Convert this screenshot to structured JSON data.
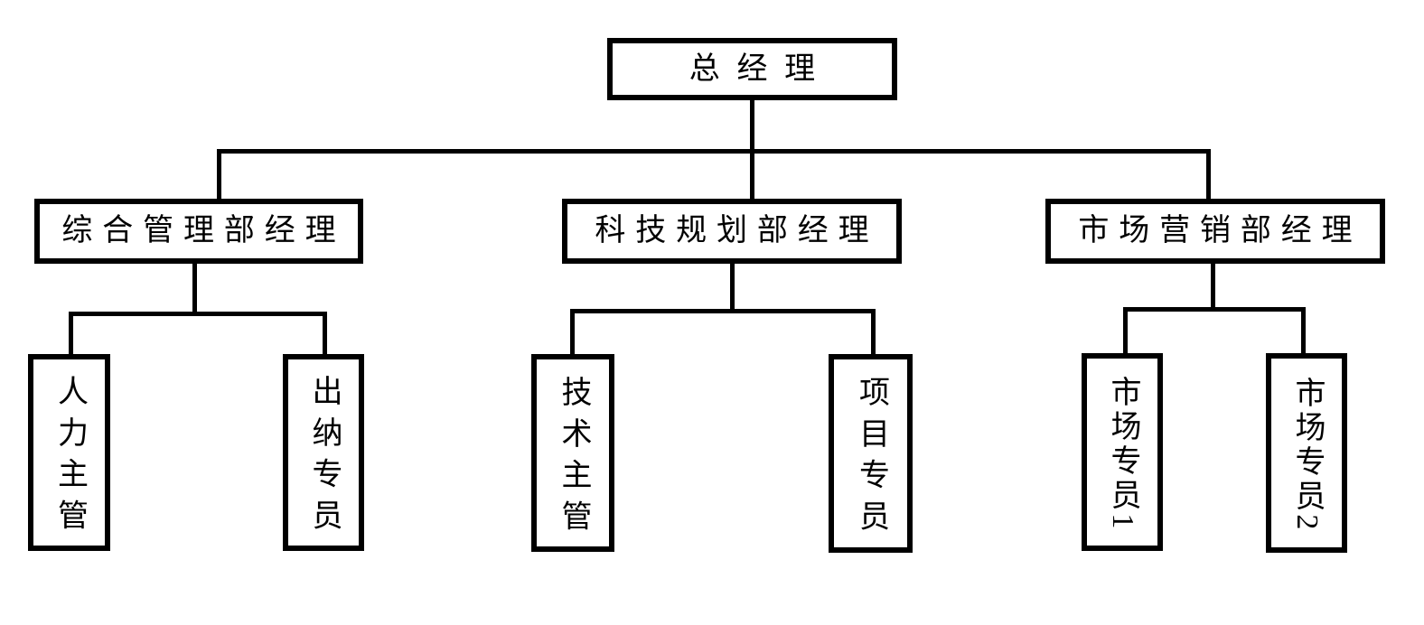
{
  "diagram": {
    "type": "org-chart",
    "title": "",
    "orientation": "top-down"
  },
  "org_chart": {
    "root": {
      "label": "总经理"
    },
    "departments": [
      {
        "label": "综合管理部经理",
        "children": [
          {
            "label": "人力主管"
          },
          {
            "label": "出纳专员"
          }
        ]
      },
      {
        "label": "科技规划部经理",
        "children": [
          {
            "label": "技术主管"
          },
          {
            "label": "项目专员"
          }
        ]
      },
      {
        "label": "市场营销部经理",
        "children": [
          {
            "label": "市场专员1"
          },
          {
            "label": "市场专员2"
          }
        ]
      }
    ]
  },
  "colors": {
    "line": "#000000",
    "box_border": "#000000",
    "box_fill": "#ffffff",
    "text": "#000000",
    "page_background": "#ffffff"
  }
}
